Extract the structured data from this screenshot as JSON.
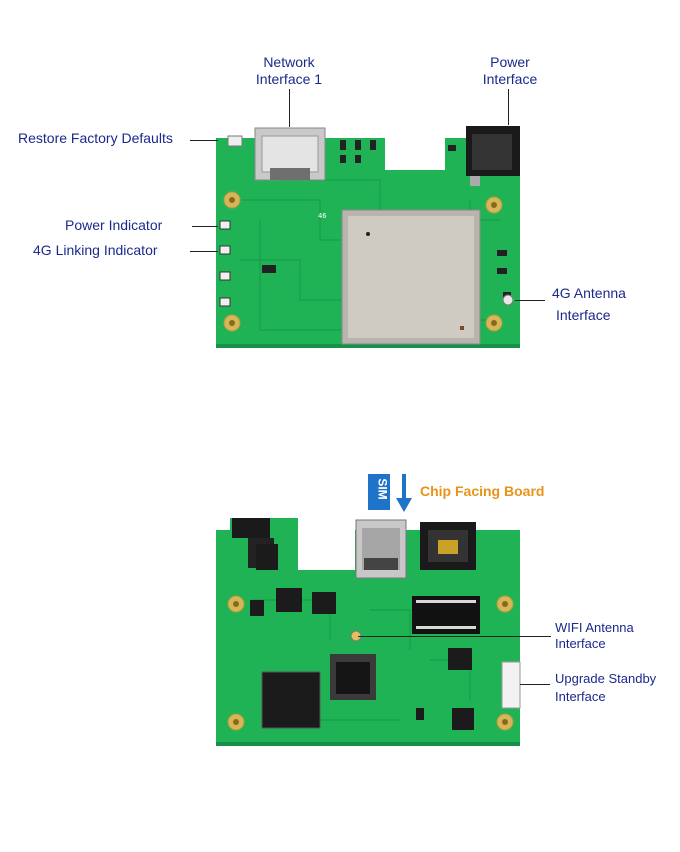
{
  "top_board": {
    "labels": {
      "network_interface_1": [
        "Network",
        "Interface 1"
      ],
      "power_interface": [
        "Power",
        "Interface"
      ],
      "restore_factory_defaults": "Restore Factory Defaults",
      "power_indicator": "Power Indicator",
      "linking_indicator_4g": "4G Linking Indicator",
      "antenna_interface_4g": [
        "4G Antenna",
        "Interface"
      ]
    }
  },
  "bottom_board": {
    "sim_tag": "SIM",
    "chip_facing_board": "Chip Facing Board",
    "labels": {
      "wifi_antenna_interface": [
        "WIFI Antenna",
        "Interface"
      ],
      "upgrade_standby_interface": [
        "Upgrade Standby",
        "Interface"
      ]
    }
  },
  "colors": {
    "pcb_green": "#1fb356",
    "label_blue": "#1a2a8c",
    "chip_facing_orange": "#e8931a",
    "sim_blue": "#1f74c9"
  }
}
